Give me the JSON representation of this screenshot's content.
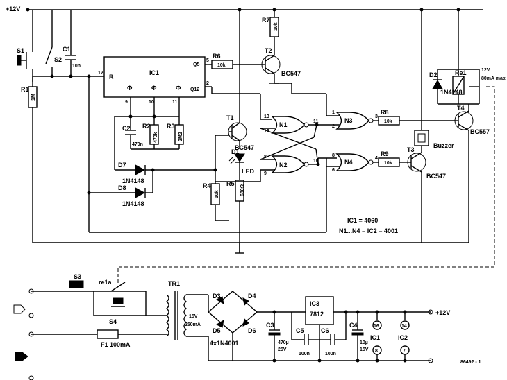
{
  "supply": {
    "plus12_top": "+12V",
    "plus12_out": "+12V",
    "relay_spec_1": "12V",
    "relay_spec_2": "80mA max"
  },
  "ic1": {
    "name": "IC1",
    "pin_r": "R",
    "pin_q5": "Q5",
    "pin_q12": "Q12",
    "pin_12": "12",
    "pin_5": "5",
    "pin_2": "2",
    "pin_9": "9",
    "pin_10": "10",
    "pin_11": "11",
    "phi1": "Φ",
    "phi2": "Φ",
    "phi3": "Φ"
  },
  "switches": {
    "s1": "S1",
    "s2": "S2",
    "s3": "S3",
    "s4": "S4",
    "re1a": "re1a"
  },
  "caps": {
    "c1": "C1",
    "c1v": "10n",
    "c2": "C2",
    "c2v": "470n",
    "c3": "C3",
    "c3v1": "470µ",
    "c3v2": "25V",
    "c4": "C4",
    "c4v1": "10µ",
    "c4v2": "15V",
    "c5": "C5",
    "c5v": "100n",
    "c6": "C6",
    "c6v": "100n"
  },
  "resistors": {
    "r1": "R1",
    "r1v": "1M",
    "r2": "R2",
    "r2v": "470k",
    "r3": "R3",
    "r3v": "2M2",
    "r4": "R4",
    "r4v": "10k",
    "r5": "R5",
    "r5v": "680Ω",
    "r6": "R6",
    "r6v": "10k",
    "r7": "R7",
    "r7v": "10k",
    "r8": "R8",
    "r8v": "10k",
    "r9": "R9",
    "r9v": "10k"
  },
  "transistors": {
    "t1": "T1",
    "t1t": "BC547",
    "t2": "T2",
    "t2t": "BC547",
    "t3": "T3",
    "t3t": "BC547",
    "t4": "T4",
    "t4t": "BC557"
  },
  "diodes": {
    "d1": "D1",
    "d1t": "LED",
    "d2": "D2",
    "d2t": "1N4148",
    "d7": "D7",
    "d7t": "1N4148",
    "d8": "D8",
    "d8t": "1N4148",
    "d3": "D3",
    "d4": "D4",
    "d5": "D5",
    "d6": "D6",
    "bridge": "4x1N4001"
  },
  "gates": {
    "n1": "N1",
    "n2": "N2",
    "n3": "N3",
    "n4": "N4",
    "p13": "13",
    "p12": "12",
    "p11": "11",
    "p8": "8",
    "p9": "9",
    "p10": "10",
    "n3p1": "1",
    "n3p2": "2",
    "n3p3": "3",
    "n4p8": "8",
    "n4p6": "6",
    "n4p4": "4"
  },
  "misc": {
    "relay": "Re1",
    "buzzer": "Buzzer",
    "note1": "IC1 = 4060",
    "note2": "N1...N4 = IC2 = 4001",
    "tr1": "TR1",
    "tr_v": "15V",
    "tr_i": "250mA",
    "f1": "F1 100mA",
    "ic3": "IC3",
    "ic3t": "7812",
    "icp1": "16",
    "icp2": "14",
    "icp3": "8",
    "icp4": "7",
    "icl1": "IC1",
    "icl2": "IC2",
    "ref": "86492 - 1"
  }
}
